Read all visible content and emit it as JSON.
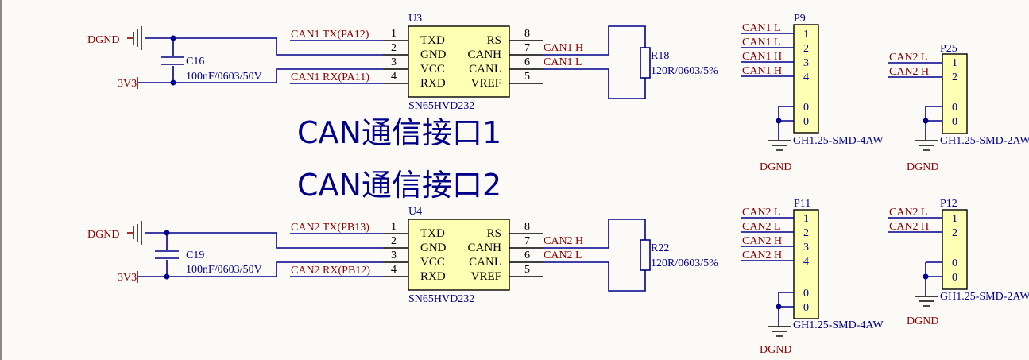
{
  "titles": {
    "section1": "CAN通信接口1",
    "section2": "CAN通信接口2"
  },
  "labels": {
    "dgnd": "DGND",
    "v33": "3V3",
    "can1_tx": "CAN1 TX(PA12)",
    "can1_rx": "CAN1 RX(PA11)",
    "can2_tx": "CAN2 TX(PB13)",
    "can2_rx": "CAN2 RX(PB12)",
    "can1_h": "CAN1 H",
    "can1_l": "CAN1 L",
    "can2_h": "CAN2 H",
    "can2_l": "CAN2 L"
  },
  "components": {
    "c16": {
      "des": "C16",
      "value": "100nF/0603/50V"
    },
    "c19": {
      "des": "C19",
      "value": "100nF/0603/50V"
    },
    "u3": {
      "des": "U3",
      "part": "SN65HVD232"
    },
    "u4": {
      "des": "U4",
      "part": "SN65HVD232"
    },
    "r18": {
      "des": "R18",
      "value": "120R/0603/5%"
    },
    "r22": {
      "des": "R22",
      "value": "120R/0603/5%"
    },
    "p9": {
      "des": "P9",
      "part": "GH1.25-SMD-4AW"
    },
    "p11": {
      "des": "P11",
      "part": "GH1.25-SMD-4AW"
    },
    "p25": {
      "des": "P25",
      "part": "GH1.25-SMD-2AW"
    },
    "p12": {
      "des": "P12",
      "part": "GH1.25-SMD-2AW"
    }
  },
  "chip_pins": {
    "left_names": [
      "TXD",
      "GND",
      "VCC",
      "RXD"
    ],
    "left_nums": [
      "1",
      "2",
      "3",
      "4"
    ],
    "right_names": [
      "RS",
      "CANH",
      "CANL",
      "VREF"
    ],
    "right_nums": [
      "8",
      "7",
      "6",
      "5"
    ]
  },
  "connector_pins": {
    "four_way": [
      "1",
      "2",
      "3",
      "4",
      "0",
      "0"
    ],
    "two_way": [
      "1",
      "2",
      "0",
      "0"
    ]
  }
}
